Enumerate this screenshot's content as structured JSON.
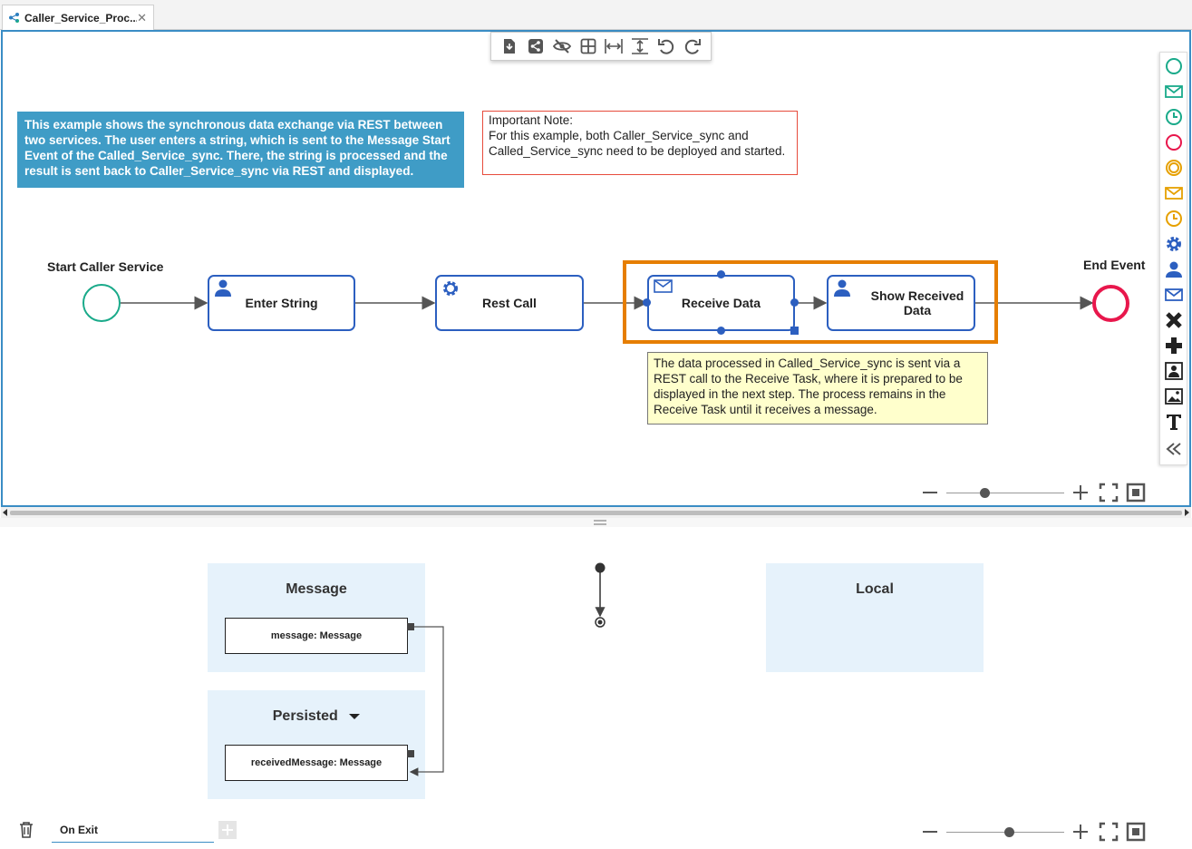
{
  "tab": {
    "title": "Caller_Service_Proc...",
    "close": "✕"
  },
  "toolbar": {
    "items": [
      "deploy-icon",
      "share-icon",
      "hide-icon",
      "grid-icon",
      "fit-width-icon",
      "fit-height-icon",
      "undo-icon",
      "redo-icon"
    ]
  },
  "canvas": {
    "info_text": "This example shows the synchronous data exchange via REST between two services. The user enters a string, which is sent to the Message Start Event of the Called_Service_sync. There, the string is processed and the result is sent back to Caller_Service_sync via REST and displayed.",
    "important_note": "Important Note:\nFor this example, both Caller_Service_sync and Called_Service_sync need to be deployed and started.",
    "yellow_note": "The data processed in Called_Service_sync is sent via a REST call to the Receive Task, where it is prepared to be displayed in the next step. The process remains in the Receive Task until it receives a message.",
    "start_event_label": "Start Caller Service",
    "end_event_label": "End Event",
    "tasks": {
      "enter_string": "Enter String",
      "rest_call": "Rest Call",
      "receive_data": "Receive Data",
      "show_received_data": "Show Received Data"
    },
    "colors": {
      "start": "#1aaa8a",
      "end": "#e8174c",
      "task_border": "#2c5fc0",
      "selection": "#e67e00",
      "info_bg": "#3f9cc6"
    }
  },
  "palette": {
    "items": [
      "start-event-icon",
      "message-start-icon",
      "timer-start-icon",
      "end-event-icon",
      "intermediate-event-icon",
      "message-intermediate-icon",
      "timer-intermediate-icon",
      "service-task-icon",
      "user-task-icon",
      "receive-task-icon",
      "exclusive-gateway-icon",
      "parallel-gateway-icon",
      "subprocess-icon",
      "image-icon",
      "text-icon",
      "collapse-icon"
    ]
  },
  "lower": {
    "message_panel_title": "Message",
    "persisted_panel_title": "Persisted",
    "local_panel_title": "Local",
    "message_var": "message: Message",
    "persisted_var": "receivedMessage: Message",
    "on_exit_label": "On Exit"
  }
}
